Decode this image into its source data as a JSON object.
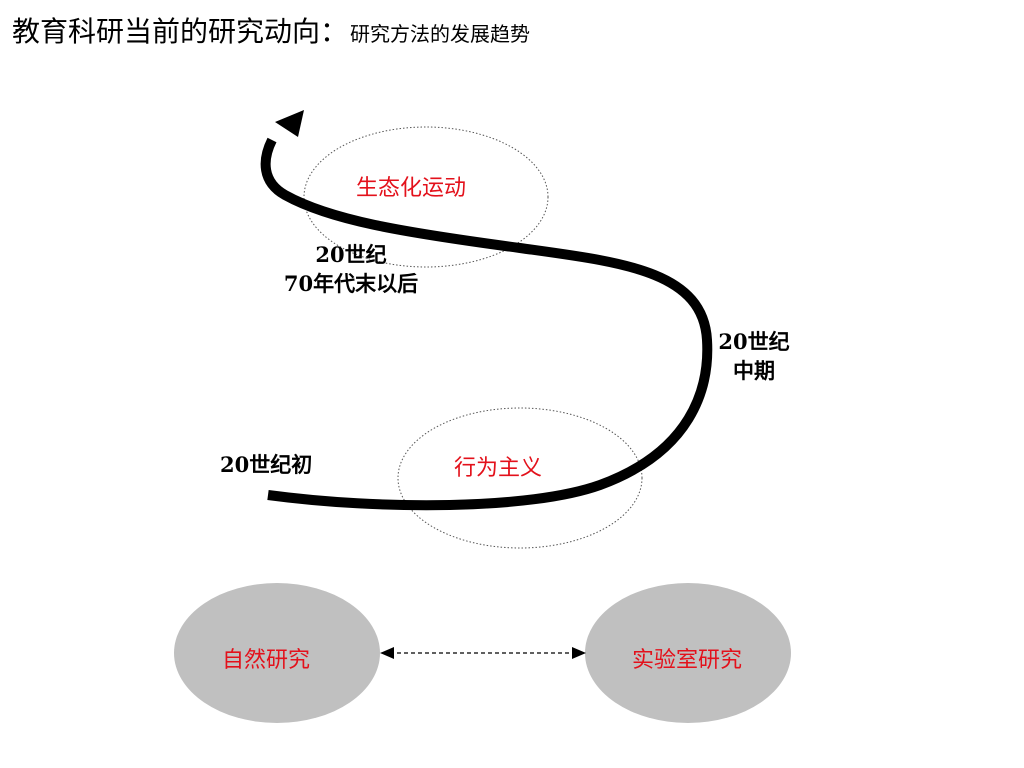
{
  "title": {
    "main": "教育科研当前的研究动向：",
    "sub": "研究方法的发展趋势"
  },
  "curve": {
    "upper_circle_label": "生态化运动",
    "lower_circle_label": "行为主义",
    "stage_labels": {
      "late_70s_line1": "20世纪",
      "late_70s_line2": "70年代末以后",
      "mid_line1": "20世纪",
      "mid_line2": "中期",
      "early": "20世纪初"
    }
  },
  "bottom": {
    "left_ellipse": "自然研究",
    "right_ellipse": "实验室研究"
  },
  "colors": {
    "accent_red": "#e3111b",
    "ellipse_fill": "#c0c0c0",
    "curve": "#000000"
  }
}
